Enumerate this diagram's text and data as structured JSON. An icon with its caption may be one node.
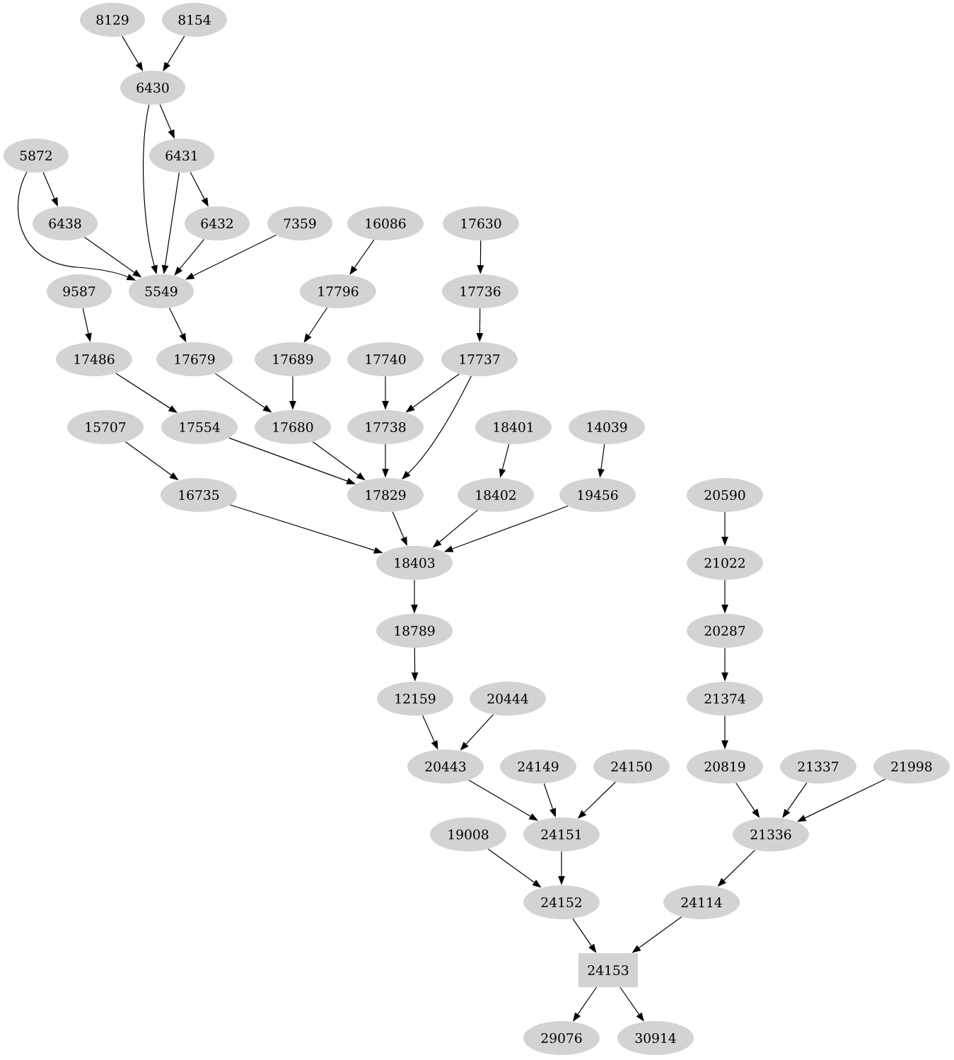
{
  "diagram": {
    "nodes": [
      {
        "text": [
          "8129"
        ]
      },
      {
        "text": [
          "8154"
        ]
      },
      {
        "text": [
          "6430"
        ]
      },
      {
        "text": [
          "5872"
        ]
      },
      {
        "text": [
          "6431"
        ]
      },
      {
        "text": [
          "6438"
        ]
      },
      {
        "text": [
          "6432"
        ]
      },
      {
        "text": [
          "7359"
        ]
      },
      {
        "text": [
          "16086"
        ]
      },
      {
        "text": [
          "17630"
        ]
      },
      {
        "text": [
          "9587"
        ]
      },
      {
        "text": [
          "5549"
        ]
      },
      {
        "text": [
          "17796"
        ]
      },
      {
        "text": [
          "17736"
        ]
      },
      {
        "text": [
          "17486"
        ]
      },
      {
        "text": [
          "17679"
        ]
      },
      {
        "text": [
          "17689"
        ]
      },
      {
        "text": [
          "17740"
        ]
      },
      {
        "text": [
          "17737"
        ]
      },
      {
        "text": [
          "15707"
        ]
      },
      {
        "text": [
          "17554"
        ]
      },
      {
        "text": [
          "17680"
        ]
      },
      {
        "text": [
          "17738"
        ]
      },
      {
        "text": [
          "18401"
        ]
      },
      {
        "text": [
          "14039"
        ]
      },
      {
        "text": [
          "16735"
        ]
      },
      {
        "text": [
          "17829"
        ]
      },
      {
        "text": [
          "18402"
        ]
      },
      {
        "text": [
          "19456"
        ]
      },
      {
        "text": [
          "20590"
        ]
      },
      {
        "text": [
          "18403"
        ]
      },
      {
        "text": [
          "21022"
        ]
      },
      {
        "text": [
          "18789"
        ]
      },
      {
        "text": [
          "20287"
        ]
      },
      {
        "text": [
          "12159"
        ]
      },
      {
        "text": [
          "20444"
        ]
      },
      {
        "text": [
          "21374"
        ]
      },
      {
        "text": [
          "20443"
        ]
      },
      {
        "text": [
          "24149"
        ]
      },
      {
        "text": [
          "24150"
        ]
      },
      {
        "text": [
          "20819"
        ]
      },
      {
        "text": [
          "21337"
        ]
      },
      {
        "text": [
          "21998"
        ]
      },
      {
        "text": [
          "19008"
        ]
      },
      {
        "text": [
          "24151"
        ]
      },
      {
        "text": [
          "21336"
        ]
      },
      {
        "text": [
          "24152"
        ]
      },
      {
        "text": [
          "24114"
        ]
      },
      {
        "text": [
          "24153"
        ]
      },
      {
        "text": [
          "29076"
        ]
      },
      {
        "text": [
          "30914"
        ]
      }
    ],
    "edges": [
      {
        "from": 0,
        "to": 2,
        "arrow": "to"
      },
      {
        "from": 1,
        "to": 2,
        "arrow": "to"
      },
      {
        "from": 2,
        "to": 4,
        "arrow": "to"
      },
      {
        "from": 2,
        "to": 11,
        "arrow": "to"
      },
      {
        "from": 3,
        "to": 5,
        "arrow": "to"
      },
      {
        "from": 3,
        "to": 11,
        "arrow": "to"
      },
      {
        "from": 4,
        "to": 6,
        "arrow": "to"
      },
      {
        "from": 4,
        "to": 11,
        "arrow": "to"
      },
      {
        "from": 5,
        "to": 11,
        "arrow": "to"
      },
      {
        "from": 6,
        "to": 11,
        "arrow": "to"
      },
      {
        "from": 7,
        "to": 11,
        "arrow": "to"
      },
      {
        "from": 8,
        "to": 12,
        "arrow": "to"
      },
      {
        "from": 9,
        "to": 13,
        "arrow": "to"
      },
      {
        "from": 10,
        "to": 14,
        "arrow": "to"
      },
      {
        "from": 11,
        "to": 15,
        "arrow": "to"
      },
      {
        "from": 12,
        "to": 16,
        "arrow": "to"
      },
      {
        "from": 13,
        "to": 18,
        "arrow": "to"
      },
      {
        "from": 14,
        "to": 20,
        "arrow": "to"
      },
      {
        "from": 15,
        "to": 21,
        "arrow": "to"
      },
      {
        "from": 16,
        "to": 21,
        "arrow": "to"
      },
      {
        "from": 17,
        "to": 22,
        "arrow": "to"
      },
      {
        "from": 18,
        "to": 22,
        "arrow": "to"
      },
      {
        "from": 18,
        "to": 26,
        "arrow": "to"
      },
      {
        "from": 19,
        "to": 25,
        "arrow": "to"
      },
      {
        "from": 20,
        "to": 26,
        "arrow": "to"
      },
      {
        "from": 21,
        "to": 26,
        "arrow": "to"
      },
      {
        "from": 22,
        "to": 26,
        "arrow": "to"
      },
      {
        "from": 23,
        "to": 27,
        "arrow": "to"
      },
      {
        "from": 24,
        "to": 28,
        "arrow": "to"
      },
      {
        "from": 25,
        "to": 30,
        "arrow": "to"
      },
      {
        "from": 26,
        "to": 30,
        "arrow": "to"
      },
      {
        "from": 27,
        "to": 30,
        "arrow": "to"
      },
      {
        "from": 28,
        "to": 30,
        "arrow": "to"
      },
      {
        "from": 29,
        "to": 31,
        "arrow": "to"
      },
      {
        "from": 30,
        "to": 32,
        "arrow": "to"
      },
      {
        "from": 31,
        "to": 33,
        "arrow": "to"
      },
      {
        "from": 32,
        "to": 34,
        "arrow": "to"
      },
      {
        "from": 33,
        "to": 36,
        "arrow": "to"
      },
      {
        "from": 34,
        "to": 37,
        "arrow": "to"
      },
      {
        "from": 35,
        "to": 37,
        "arrow": "to"
      },
      {
        "from": 36,
        "to": 40,
        "arrow": "to"
      },
      {
        "from": 37,
        "to": 44,
        "arrow": "to"
      },
      {
        "from": 38,
        "to": 44,
        "arrow": "to"
      },
      {
        "from": 39,
        "to": 44,
        "arrow": "to"
      },
      {
        "from": 40,
        "to": 45,
        "arrow": "to"
      },
      {
        "from": 41,
        "to": 45,
        "arrow": "to"
      },
      {
        "from": 42,
        "to": 45,
        "arrow": "to"
      },
      {
        "from": 43,
        "to": 46,
        "arrow": "to"
      },
      {
        "from": 44,
        "to": 46,
        "arrow": "to"
      },
      {
        "from": 45,
        "to": 47,
        "arrow": "to"
      },
      {
        "from": 46,
        "to": 48,
        "arrow": "to"
      },
      {
        "from": 47,
        "to": 48,
        "arrow": "to"
      },
      {
        "from": 48,
        "to": 49,
        "arrow": "to"
      },
      {
        "from": 48,
        "to": 50,
        "arrow": "to"
      }
    ]
  }
}
